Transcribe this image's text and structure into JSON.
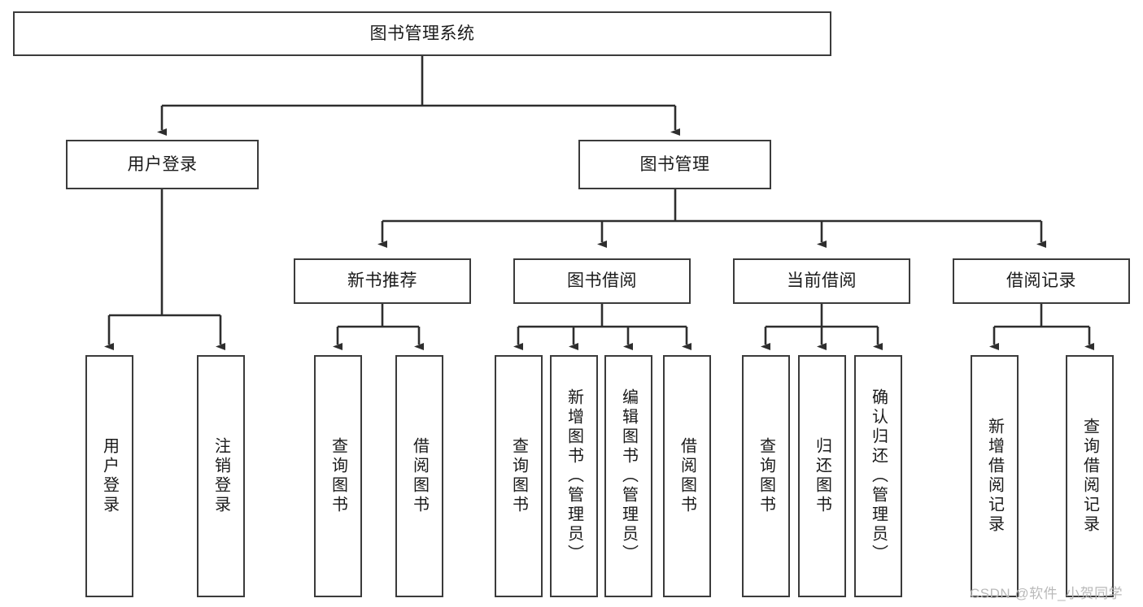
{
  "diagram": {
    "type": "tree",
    "title": "图书管理系统",
    "colors": {
      "border": "#3b3b3b",
      "edge": "#2e2e2e",
      "background": "#ffffff",
      "text": "#1a1a1a",
      "watermark": "#b9b9b9"
    },
    "root": {
      "label": "图书管理系统"
    },
    "level2": [
      {
        "label": "用户登录"
      },
      {
        "label": "图书管理"
      }
    ],
    "level3": [
      {
        "label": "新书推荐"
      },
      {
        "label": "图书借阅"
      },
      {
        "label": "当前借阅"
      },
      {
        "label": "借阅记录"
      }
    ],
    "leaves": {
      "user_login": [
        {
          "label": "用户登录"
        },
        {
          "label": "注销登录"
        }
      ],
      "new_book_recommend": [
        {
          "label": "查询图书"
        },
        {
          "label": "借阅图书"
        }
      ],
      "book_borrow": [
        {
          "label": "查询图书"
        },
        {
          "label": "新增图书（管理员）"
        },
        {
          "label": "编辑图书（管理员）"
        },
        {
          "label": "借阅图书"
        }
      ],
      "current_borrow": [
        {
          "label": "查询图书"
        },
        {
          "label": "归还图书"
        },
        {
          "label": "确认归还（管理员）"
        }
      ],
      "borrow_record": [
        {
          "label": "新增借阅记录"
        },
        {
          "label": "查询借阅记录"
        }
      ]
    }
  },
  "watermark": {
    "text": "CSDN @软件_小贺同学"
  }
}
